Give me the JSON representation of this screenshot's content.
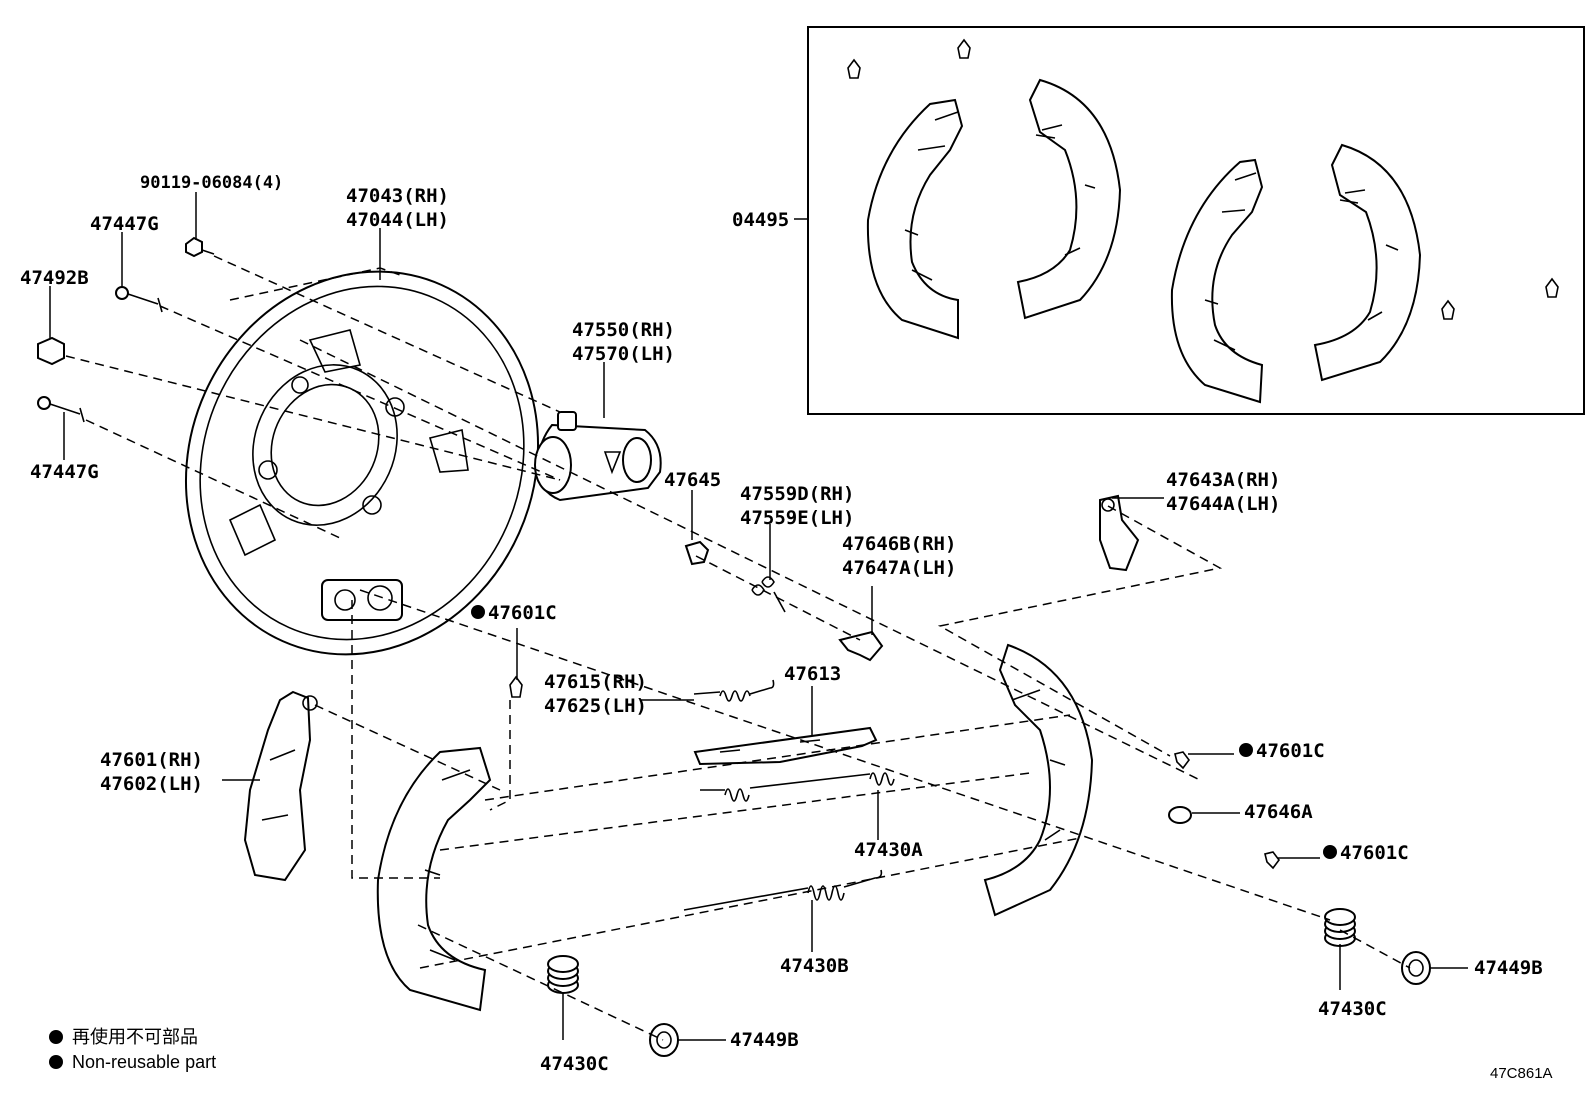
{
  "diagram_code": "47C861A",
  "kit_label": "04495",
  "legend": {
    "line1": "再使用不可部品",
    "line2": "Non-reusable part"
  },
  "parts": {
    "bolt_90119": "90119-06084(4)",
    "backing_plate_rh": "47043(RH)",
    "backing_plate_lh": "47044(LH)",
    "pin_47447g_top": "47447G",
    "pin_47447g_bottom": "47447G",
    "plug_47492b": "47492B",
    "wheel_cyl_rh": "47550(RH)",
    "wheel_cyl_lh": "47570(LH)",
    "bleeder_47645": "47645",
    "spring_47559_rh": "47559D(RH)",
    "spring_47559_lh": "47559E(LH)",
    "lever_47643_rh": "47643A(RH)",
    "lever_47644_lh": "47644A(LH)",
    "lever_47646_rh": "47646B(RH)",
    "lever_47647_lh": "47647A(LH)",
    "clip_47601c_a": "47601C",
    "clip_47601c_b": "47601C",
    "clip_47601c_c": "47601C",
    "spring_47615_rh": "47615(RH)",
    "spring_47625_lh": "47625(LH)",
    "strut_47613": "47613",
    "shoe_47601_rh": "47601(RH)",
    "shoe_47602_lh": "47602(LH)",
    "washer_47646a": "47646A",
    "spring_47430a": "47430A",
    "spring_47430b": "47430B",
    "spring_47430c_left": "47430C",
    "spring_47430c_right": "47430C",
    "cup_47449b_left": "47449B",
    "cup_47449b_right": "47449B"
  }
}
